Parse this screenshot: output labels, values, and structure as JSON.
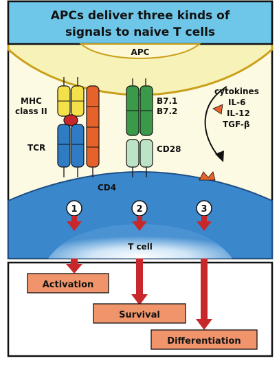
{
  "title": {
    "line1": "APCs deliver three kinds of",
    "line2": "signals to naive T cells"
  },
  "apc_label": "APC",
  "t_cell_label": "T cell",
  "molecules": {
    "mhc_line1": "MHC",
    "mhc_line2": "class II",
    "tcr": "TCR",
    "cd4": "CD4",
    "b71": "B7.1",
    "b72": "B7.2",
    "cd28": "CD28"
  },
  "cytokines": {
    "heading": "cytokines",
    "items": [
      "IL-6",
      "IL-12",
      "TGF-β"
    ]
  },
  "signals": [
    "1",
    "2",
    "3"
  ],
  "outcomes": [
    "Activation",
    "Survival",
    "Differentiation"
  ],
  "colors": {
    "title_bg": "#6ec6e8",
    "apc_fill": "#f7f2b8",
    "background": "#fdfae3",
    "t_cell_fill": "#3b87cc",
    "mhc_yellow": "#f4e14a",
    "tcr_blue": "#2f7bc4",
    "cd4_orange": "#e5632a",
    "b7_green": "#3a9a4a",
    "cd28_lightgreen": "#bde3c6",
    "arrow_red": "#c8282b",
    "outcome_box": "#f0956b"
  }
}
